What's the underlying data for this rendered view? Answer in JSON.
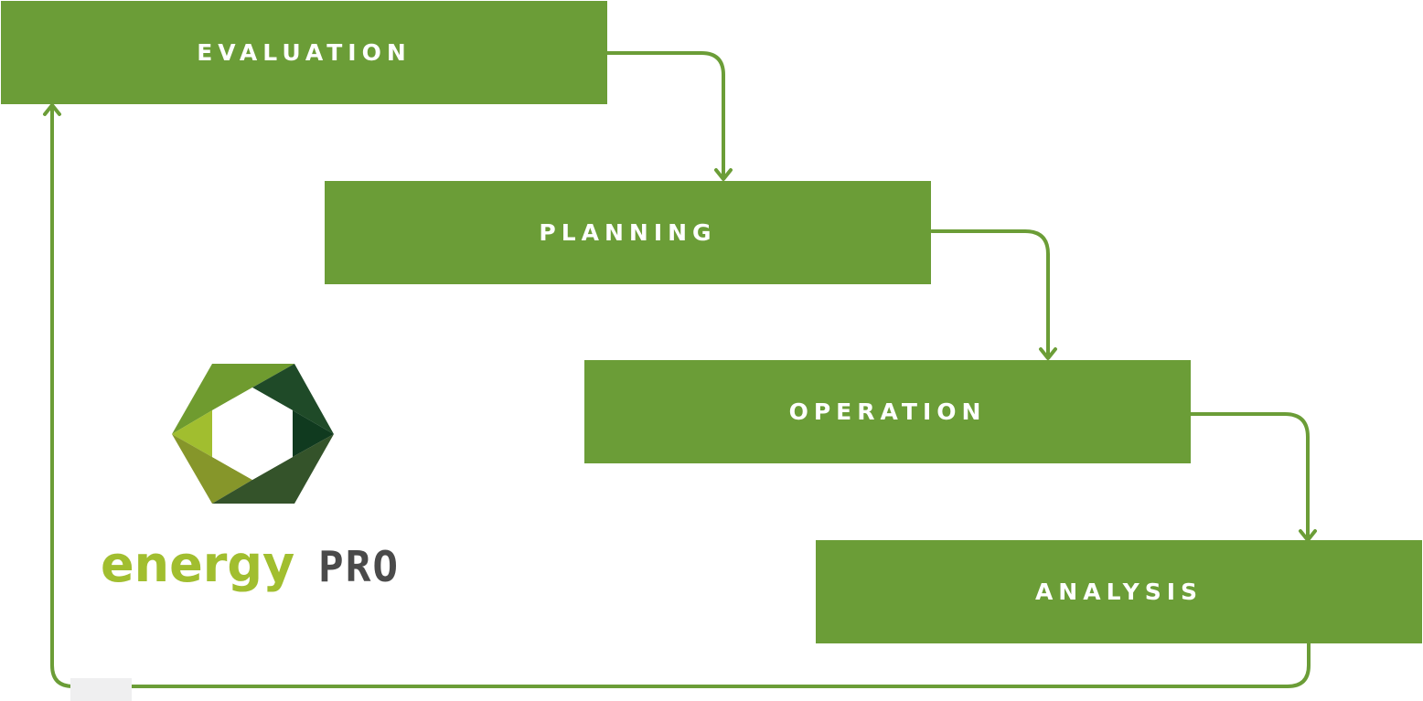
{
  "colors": {
    "step_fill": "#6b9d37",
    "connector": "#6b9d37",
    "label_text": "#ffffff",
    "logo_light_green": "#a1be2f",
    "logo_mid_green": "#6f9b2f",
    "logo_olive": "#86962a",
    "logo_dark_green": "#1f4a28",
    "logo_darkest_green": "#103a1f",
    "logo_pro_grey": "#4a4a4a"
  },
  "steps": [
    {
      "id": "evaluation",
      "label": "EVALUATION"
    },
    {
      "id": "planning",
      "label": "PLANNING"
    },
    {
      "id": "operation",
      "label": "OPERATION"
    },
    {
      "id": "analysis",
      "label": "ANALYSIS"
    }
  ],
  "logo": {
    "word_energy": "energy",
    "word_pro": "PRO",
    "icon": "hexagon-logo-icon"
  },
  "flow": [
    {
      "from": "evaluation",
      "to": "planning"
    },
    {
      "from": "planning",
      "to": "operation"
    },
    {
      "from": "operation",
      "to": "analysis"
    },
    {
      "from": "analysis",
      "to": "evaluation"
    }
  ]
}
